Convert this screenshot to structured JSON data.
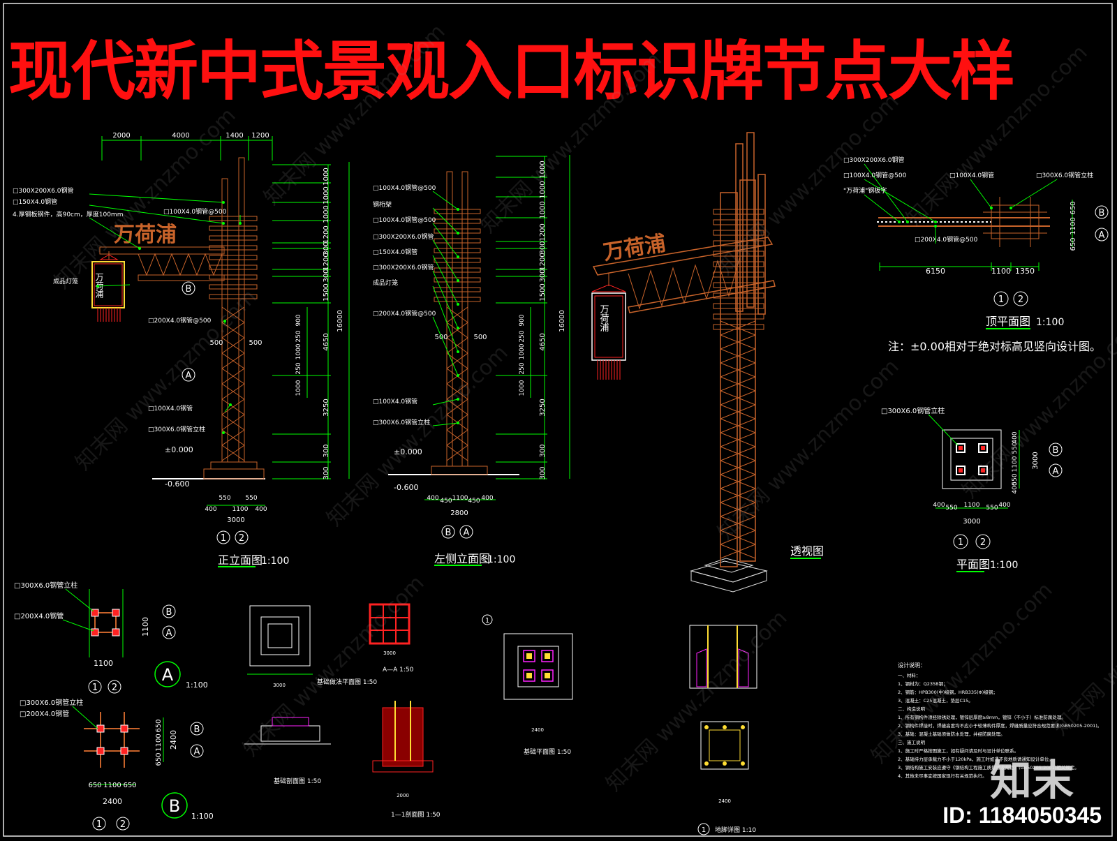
{
  "title": "现代新中式景观入口标识牌节点大样",
  "watermark": "知末网 www.znzmo.com",
  "brand": "知末",
  "id_label": "ID: 1184050345",
  "colors": {
    "bg": "#000000",
    "title": "#ff1010",
    "dim": "#00ff00",
    "line": "#c8632a",
    "label": "#ffffff",
    "frame": "#e8e8e8"
  },
  "views": {
    "front": {
      "name": "正立面图",
      "scale": "1:100",
      "top_dims": [
        "2000",
        "4000",
        "1400",
        "1200"
      ],
      "right_dims": [
        "1000",
        "1000",
        "1000",
        "1200",
        "300",
        "1200",
        "300",
        "1500",
        "4650",
        "3250",
        "300",
        "300"
      ],
      "total": "16000",
      "inner_dims": [
        "900",
        "250",
        "1000",
        "250",
        "1000",
        "1000"
      ],
      "side500": [
        "500",
        "500"
      ],
      "bottom_dims": [
        "400",
        "550",
        "1100",
        "550",
        "400"
      ],
      "bottom_total": "3000",
      "levels": [
        "±0.000",
        "-0.600"
      ],
      "labels": [
        "□300X200X6.0钢管",
        "□150X4.0钢管",
        "4.厚钢板钢件，高90cm，厚度100mm",
        "□100X4.0钢管@500",
        "成品灯笼",
        "□200X4.0钢管@500",
        "□100X4.0钢管",
        "□300X6.0钢管立柱"
      ],
      "sign_text": "万荷浦",
      "lantern_text": "万荷浦",
      "axes": [
        "1",
        "2"
      ],
      "markers": [
        "B",
        "A"
      ]
    },
    "side": {
      "name": "左侧立面图",
      "scale": "1:100",
      "right_dims": [
        "1000",
        "1000",
        "1000",
        "1200",
        "300",
        "1200",
        "300",
        "1500",
        "4650",
        "3250",
        "300",
        "300"
      ],
      "total": "16000",
      "inner_dims": [
        "900",
        "250",
        "1000",
        "250",
        "1000",
        "1000"
      ],
      "side500": [
        "500",
        "500"
      ],
      "bottom_dims": [
        "400",
        "450",
        "1100",
        "450",
        "400"
      ],
      "bottom_total": "2800",
      "levels": [
        "±0.000",
        "-0.600"
      ],
      "labels": [
        "□100X4.0钢管@500",
        "钢桁架",
        "□100X4.0钢管@500",
        "□300X200X6.0钢管",
        "□150X4.0钢管",
        "□300X200X6.0钢管",
        "成品灯笼",
        "□200X4.0钢管@500",
        "□100X4.0钢管",
        "□300X6.0钢管立柱"
      ],
      "axes": [
        "B",
        "A"
      ]
    },
    "persp": {
      "name": "透视图",
      "sign_text": "万荷浦",
      "lantern_text": "万荷浦"
    },
    "top_plan": {
      "name": "顶平面图",
      "scale": "1:100",
      "labels": [
        "□300X200X6.0钢管",
        "□100X4.0钢管@500",
        "\"万荷浦\"钢板字",
        "□100X4.0钢管",
        "□300X6.0钢管立柱",
        "□200X4.0钢管@500"
      ],
      "dims": [
        "6150",
        "1100",
        "1350"
      ],
      "vdims": [
        "650",
        "1100",
        "650"
      ],
      "axes": [
        "1",
        "2"
      ],
      "markers": [
        "B",
        "A"
      ],
      "note": "注：±0.00相对于绝对标高见竖向设计图。"
    },
    "plan": {
      "name": "平面图",
      "scale": "1:100",
      "label": "□300X6.0钢管立柱",
      "bottom_dims": [
        "400",
        "550",
        "1100",
        "550",
        "400"
      ],
      "bottom_total": "3000",
      "vdims": [
        "400",
        "550",
        "1100",
        "550",
        "400"
      ],
      "vtotal": "3000",
      "axes": [
        "1",
        "2"
      ],
      "markers": [
        "B",
        "A"
      ]
    },
    "section_a": {
      "labels": [
        "□300X6.0钢管立柱",
        "□200X4.0钢管"
      ],
      "dim": "1100",
      "vdim": "1100",
      "letter": "A",
      "scale": "1:100",
      "axes": [
        "1",
        "2"
      ],
      "markers": [
        "B",
        "A"
      ]
    },
    "section_b": {
      "labels": [
        "□300X6.0钢管立柱",
        "□200X4.0钢管"
      ],
      "dims": [
        "650",
        "1100",
        "650"
      ],
      "total": "2400",
      "vdims": [
        "650",
        "1100",
        "650"
      ],
      "vtotal": "2400",
      "letter": "B",
      "scale": "1:100",
      "axes": [
        "1",
        "2"
      ],
      "markers": [
        "B",
        "A"
      ]
    },
    "small": {
      "foundation_plan": "基础做法平面图 1:50",
      "aa": "A—A 1:50",
      "foundation_section": "基础剖面图 1:50",
      "section11": "1—1剖面图 1:50",
      "base_plan": "基础平面图 1:50",
      "anchor": "地脚详图 1:10",
      "circle1": "1",
      "dims": [
        "3000",
        "3000",
        "2400",
        "2000",
        "2400"
      ]
    },
    "notes": {
      "heading": "设计说明：",
      "lines": [
        "一、材料：",
        "1、钢材为：Q235B钢；",
        "2、钢筋：HPB300(中)级钢，HRB335(Φ)级钢；",
        "3、混凝土：C25混凝土，垫层C15。",
        "二、构造说明",
        "1、所有钢构件须经除锈处理，镀锌层厚度≥8mm，镀锌（不小于）标准防腐处理。",
        "2、钢构件焊接时，焊缝高度均不应小于较薄构件厚度，焊缝质量应符合规范要求(GB50205-2001)。",
        "3、基础：混凝土基础须做防水处理，并经防腐处理。",
        "三、施工说明",
        "1、施工时严格按图施工，如有疑问请及时与设计单位联系。",
        "2、基础持力层承载力不小于120kPa，施工时如遇不良地质请通知设计单位。",
        "3、钢结构施工安装应遵守《钢结构工程施工质量验收规范》(GB50205-2001)相关规定。",
        "4、其他未尽事宜按国家现行有关规范执行。"
      ]
    }
  }
}
